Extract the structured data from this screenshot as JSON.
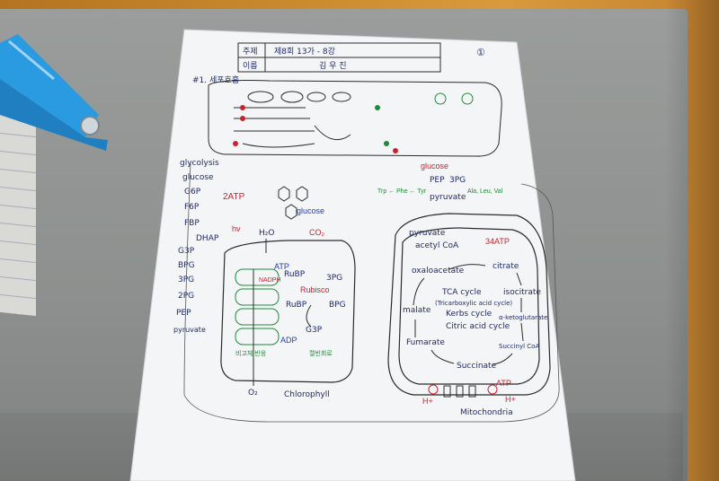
{
  "header": {
    "label_topic": "주제",
    "topic": "제8회 13가 - 8강",
    "label_name": "이름",
    "name": "김 우 진",
    "page_no": "①"
  },
  "section_title": "#1. 세포호흡",
  "glycolysis": {
    "title": "glycolysis",
    "steps": [
      "glucose",
      "G6P",
      "F6P",
      "FBP"
    ],
    "split": [
      "G3P",
      "DHAP"
    ],
    "lower": [
      "G3P",
      "BPG",
      "3PG",
      "2PG",
      "PEP",
      "pyruvate"
    ]
  },
  "top_center": {
    "atp": "2ATP",
    "glucose": "glucose"
  },
  "chloroplast": {
    "label": "Chlorophyll",
    "hv": "hv",
    "h2o": "H₂O",
    "co2": "CO₂",
    "o2": "O₂",
    "atp": "ATP",
    "nadph": "NADPH",
    "adp": "ADP",
    "rubp": "RuBP",
    "rubisco": "Rubisco",
    "pg3": "3PG",
    "bpg": "BPG",
    "g3p": "G3P",
    "thylakoid_note": "비고체 반응",
    "stroma_note": "캘빈회로"
  },
  "pyruvate_box": {
    "glucose": "glucose",
    "pep": "PEP",
    "pg3": "3PG",
    "pyruvate": "pyruvate",
    "amino_left": "Trp ← Phe ← Tyr",
    "amino_right": "Ala, Leu, Val"
  },
  "mitochondria": {
    "label": "Mitochondria",
    "pyruvate": "pyruvate",
    "acetyl": "acetyl CoA",
    "atp_note": "34ATP",
    "oxaloacetate": "oxaloacetate",
    "citrate": "citrate",
    "isocitrate": "isocitrate",
    "akg": "α-ketoglutarate",
    "succinyl": "Succinyl CoA",
    "succinate": "Succinate",
    "fumarate": "Fumarate",
    "malate": "malate",
    "cycle": [
      "TCA cycle",
      "(Tricarboxylic acid cycle)",
      "Kerbs cycle",
      "Citric acid cycle"
    ],
    "h_plus": "H+",
    "atp": "ATP"
  },
  "colors": {
    "ink": "#1e2a6e",
    "red": "#c8232c",
    "green": "#1f8a3a",
    "blue": "#1e3fb8",
    "paper": "#f4f5f7",
    "stapler": "#2a9be0"
  }
}
